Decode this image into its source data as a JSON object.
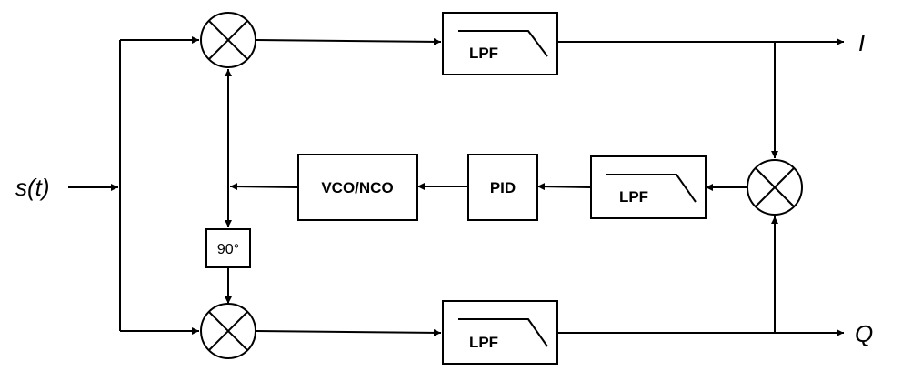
{
  "input_label": "s(t)",
  "output_i_label": "I",
  "output_q_label": "Q",
  "blocks": {
    "lpf_i": "LPF",
    "lpf_q": "LPF",
    "lpf_loop": "LPF",
    "pid": "PID",
    "vco": "VCO/NCO",
    "phase_shift": "90°"
  }
}
